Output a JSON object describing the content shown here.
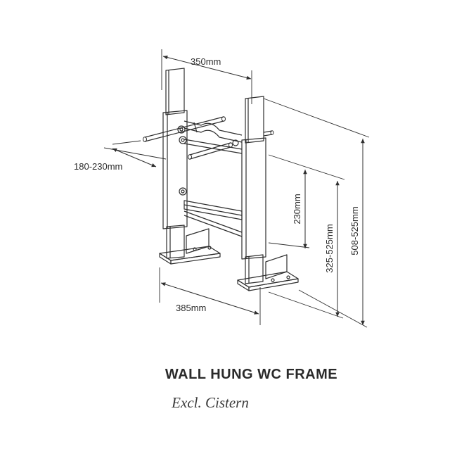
{
  "diagram": {
    "title": "WALL HUNG WC FRAME",
    "subtitle": "Excl. Cistern",
    "dimensions": {
      "top_width": "350mm",
      "arm_depth": "180-230mm",
      "base_width": "385mm",
      "inner_height": "230mm",
      "mid_height": "325-525mm",
      "total_height": "508-525mm"
    }
  }
}
